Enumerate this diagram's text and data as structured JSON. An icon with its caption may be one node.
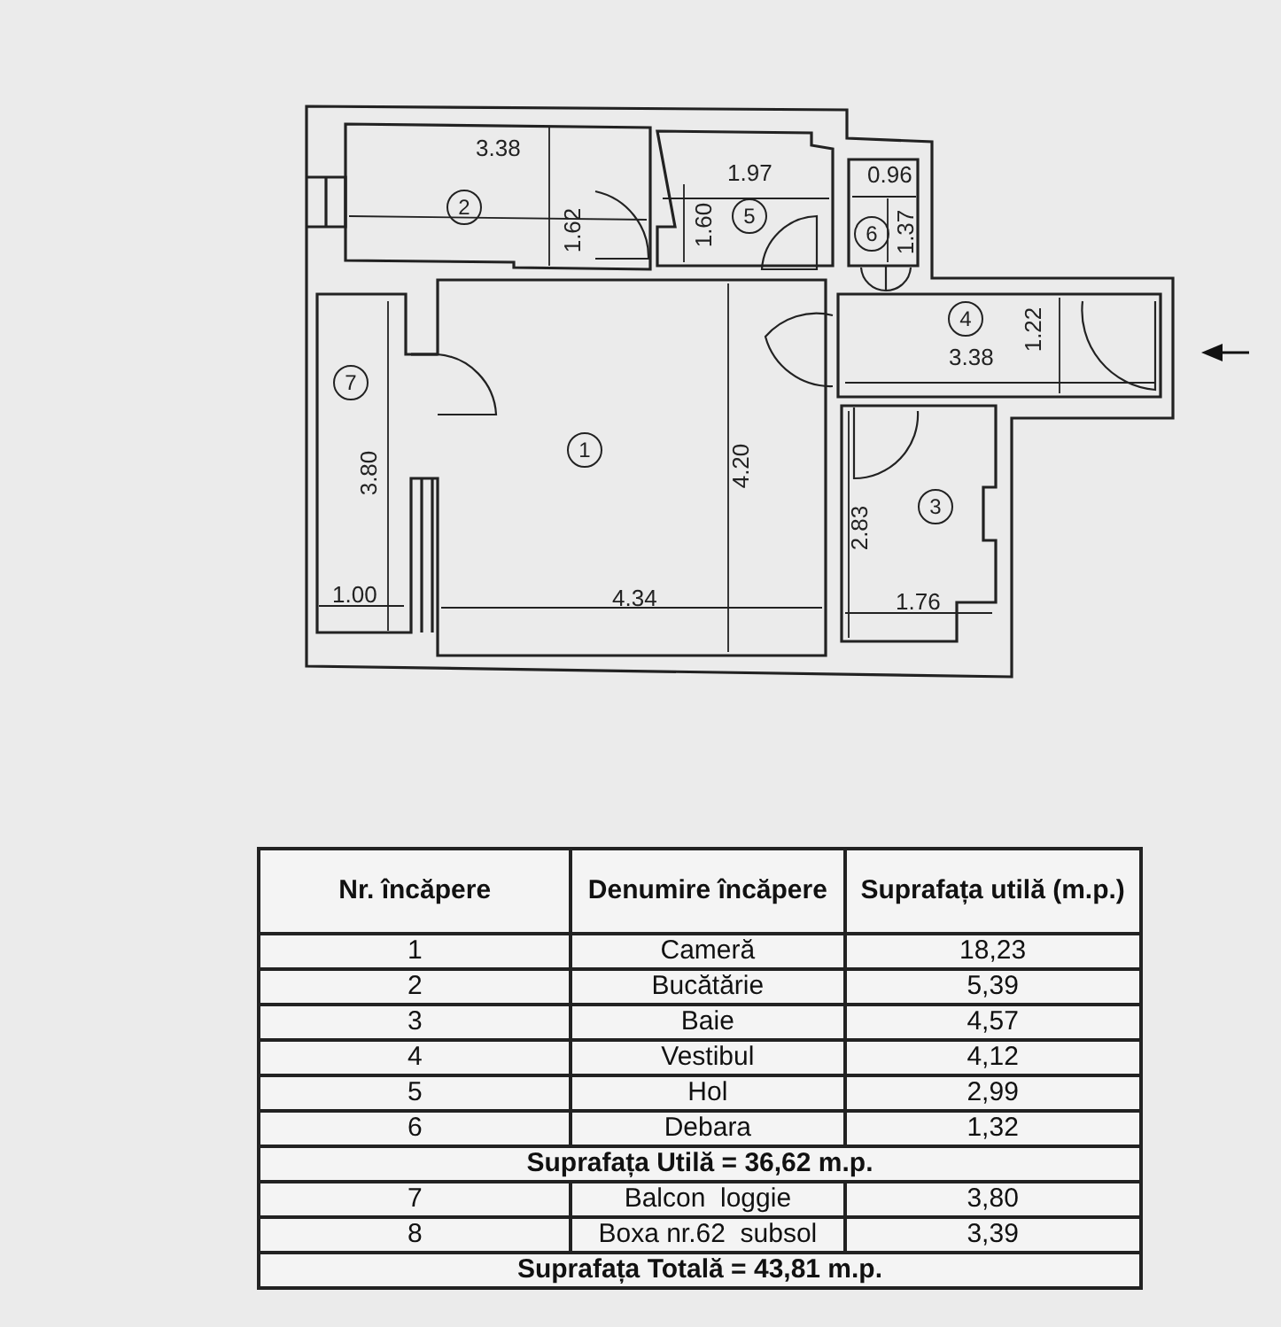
{
  "diagram": {
    "nodes": [
      {
        "text": [
          "2"
        ]
      },
      {
        "text": [
          "5"
        ]
      },
      {
        "text": [
          "6"
        ]
      },
      {
        "text": [
          "4"
        ]
      },
      {
        "text": [
          "7"
        ]
      },
      {
        "text": [
          "1"
        ]
      },
      {
        "text": [
          "3"
        ]
      }
    ],
    "labels": [
      "3.38",
      "1.62",
      "1.97",
      "0.96",
      "1.60",
      "1.37",
      "1.22",
      "3.38",
      "3.80",
      "4.20",
      "2.83",
      "1.00",
      "4.34",
      "1.76",
      "Nr. încăpere",
      "Denumire încăpere",
      "Suprafața utilă (m.p.)",
      "1",
      "Cameră",
      "18,23",
      "2",
      "Bucătărie",
      "5,39",
      "3",
      "Baie",
      "4,57",
      "4",
      "Vestibul",
      "4,12",
      "5",
      "Hol",
      "2,99",
      "6",
      "Debara",
      "1,32",
      "Suprafața Utilă = 36,62 m.p.",
      "7",
      "Balcon  loggie",
      "3,80",
      "8",
      "Boxa nr.62  subsol",
      "3,39",
      "Suprafața Totală = 43,81 m.p."
    ]
  }
}
